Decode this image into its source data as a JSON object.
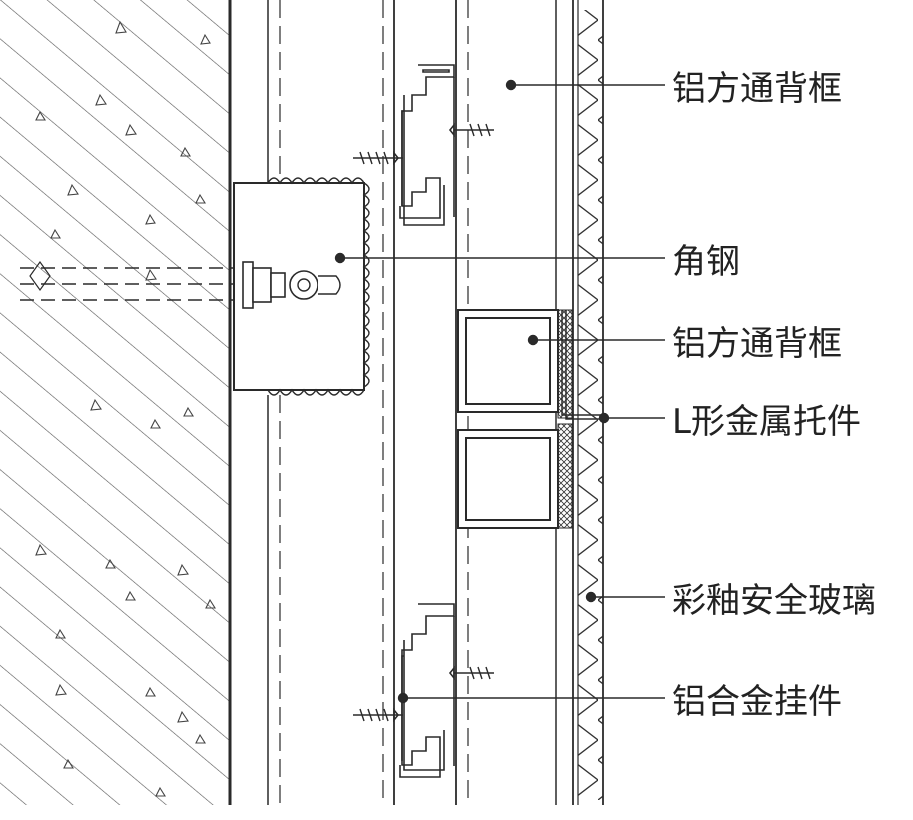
{
  "labels": {
    "aluminum_frame_top": "铝方通背框",
    "angle_steel": "角钢",
    "aluminum_frame_mid": "铝方通背框",
    "l_bracket": "L形金属托件",
    "glazed_safety_glass": "彩釉安全玻璃",
    "aluminum_hanger": "铝合金挂件"
  },
  "colors": {
    "line": "#2a2a2a",
    "hatch": "#555555",
    "background": "#ffffff"
  }
}
